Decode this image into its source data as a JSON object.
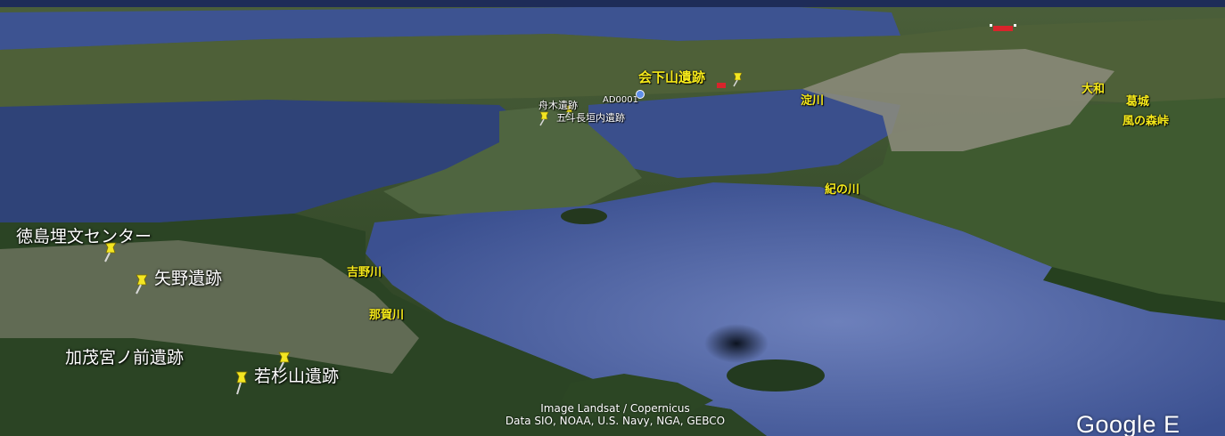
{
  "colors": {
    "sea": "#3b4f8e",
    "sea_light": "#6a7db8",
    "land": "#2f4a26",
    "land_light": "#6f7d5c",
    "urban": "#9a9687",
    "label_yellow": "#f6ea1a",
    "pin_yellow": "#f3e622",
    "pin_red": "#d9242b"
  },
  "labels": {
    "tokushima_center": "徳島埋文センター",
    "yano": "矢野遺跡",
    "kamo": "加茂宮ノ前遺跡",
    "wakasugi": "若杉山遺跡",
    "yoshino": "吉野川",
    "naka": "那賀川",
    "kinokawa": "紀の川",
    "yodogawa": "淀川",
    "yamato": "大和",
    "katsuragi": "葛城",
    "kazenomori": "風の森峠",
    "ageyama": "会下山遺跡",
    "funaki": "舟木遺跡",
    "goshiki": "五斗長垣内遺跡",
    "ad0001": "AD0001"
  },
  "attribution": {
    "line1": "Image Landsat / Copernicus",
    "line2": "Data SIO, NOAA, U.S. Navy, NGA, GEBCO"
  },
  "watermark": "Google E",
  "icons": {
    "pin": "yellow-pushpin-icon",
    "red_marker": "red-pushpin-icon",
    "blue_marker": "blue-placemark-icon"
  }
}
